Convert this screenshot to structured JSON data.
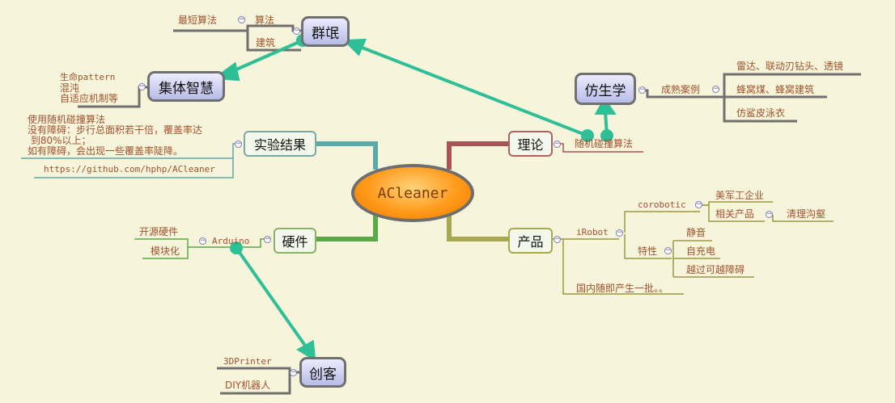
{
  "central": "ACleaner",
  "branches": {
    "theory": {
      "label": "理论",
      "children": {
        "random_collision": "随机碰撞算法"
      }
    },
    "product": {
      "label": "产品",
      "irobot": {
        "label": "iRobot",
        "corobotic": {
          "label": "corobotic",
          "us_military": "美军工企业",
          "related_products": "相关产品",
          "clean_ditch": "清理沟壑"
        },
        "features": {
          "label": "特性",
          "items": [
            "静音",
            "自充电",
            "越过可越障碍"
          ]
        }
      },
      "domestic": "国内随即产生一批。。"
    },
    "hardware": {
      "label": "硬件",
      "arduino": "Arduino",
      "open_source_hw": "开源硬件",
      "modular": "模块化"
    },
    "experiment": {
      "label": "实验结果",
      "text_lines": [
        "使用随机碰撞算法",
        "没有障碍：步行总面积若干倍，覆盖率达",
        " 到80%以上；",
        "如有障碍，会出现一些覆盖率陡降。"
      ],
      "link": "https://github.com/hphp/ACleaner"
    }
  },
  "floating": {
    "swarm": {
      "label": "群氓",
      "algorithm": "算法",
      "shortest_algo": "最短算法",
      "building": "建筑"
    },
    "collective": {
      "label": "集体智慧",
      "items": [
        "生命pattern",
        "混沌",
        "自适应机制等"
      ]
    },
    "bionics": {
      "label": "仿生学",
      "mature_cases": "成熟案例",
      "items": [
        "雷达、联动刃钻头、透镜",
        "蜂窝煤、蜂窝建筑",
        "仿鲨皮泳衣"
      ]
    },
    "maker": {
      "label": "创客",
      "items": [
        "3DPrinter",
        "DIY机器人"
      ]
    }
  },
  "colors": {
    "relation_arrow": "#2fbf97",
    "branch_theory": "#a85454",
    "branch_product": "#a8a850",
    "branch_hardware": "#5aaa4a",
    "branch_experiment": "#5aaaaa"
  }
}
